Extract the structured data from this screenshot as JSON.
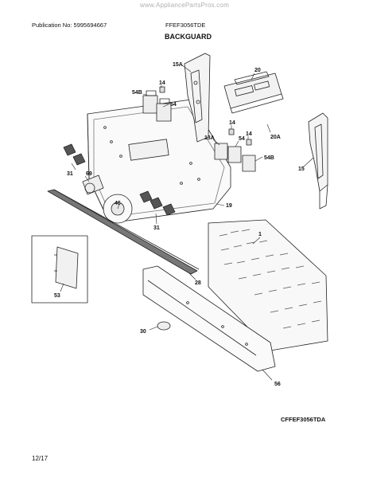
{
  "header": {
    "watermark": "www.AppliancePartsPros.com",
    "publication": "Publication No: 5995694667",
    "model": "FFEF3056TDE",
    "section_title": "BACKGUARD"
  },
  "parts": {
    "p15a": "15A",
    "p14a": "14",
    "p54b_a": "54B",
    "p54a": "54",
    "p20": "20",
    "p20a": "20A",
    "p13a": "13A",
    "p14b": "14",
    "p14c": "14",
    "p54b": "54",
    "p54b_b": "54B",
    "p31a": "31",
    "p69": "69",
    "p15": "15",
    "p46": "46",
    "p31b": "31",
    "p19": "19",
    "p1": "1",
    "p53": "53",
    "p28": "28",
    "p30": "30",
    "p56": "56"
  },
  "footer": {
    "diagram_code": "CFFEF3056TDA",
    "page": "12/17"
  }
}
